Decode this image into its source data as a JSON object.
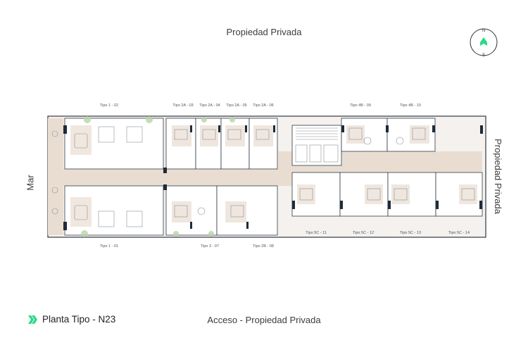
{
  "labels": {
    "top": "Propiedad Privada",
    "bottom": "Acceso - Propiedad Privada",
    "left": "Mar",
    "right": "Propiedad Privada"
  },
  "title": "Planta Tipo - N23",
  "compass": {
    "north": "N",
    "south": "S"
  },
  "units_top": [
    "Tipo 1 - 02",
    "Tipo 2A - 03",
    "Tipo 2A - 04",
    "Tipo 2A - 05",
    "Tipo 2A - 06",
    "Tipo 4B - 09",
    "Tipo 4B - 10"
  ],
  "units_bottom": [
    "Tipo 1 - 01",
    "Tipo 3 - 07",
    "Tipo 2B - 08",
    "Tipo 5C - 11",
    "Tipo 5C - 12",
    "Tipo 5C - 13",
    "Tipo 5C - 14"
  ],
  "colors": {
    "accent": "#2bd98a",
    "wall": "#2f3a44",
    "floor": "#e9ddd2",
    "column": "#1e2b38"
  }
}
